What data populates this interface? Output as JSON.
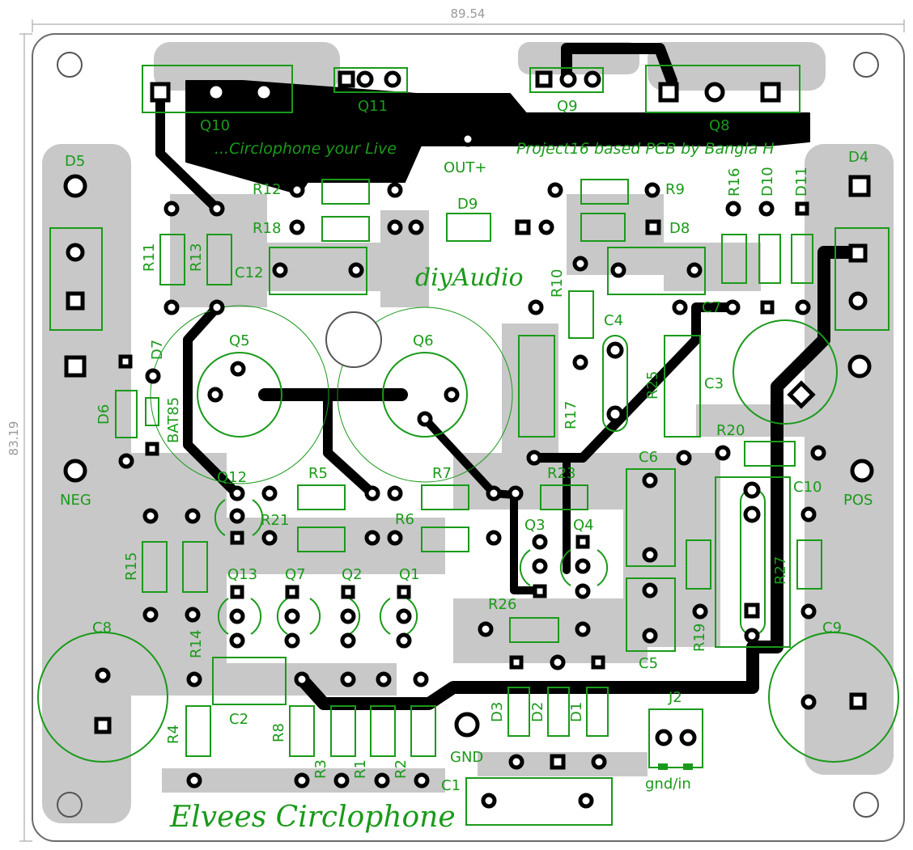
{
  "dimensions": {
    "width": "89.54",
    "height": "83.19"
  },
  "texts": {
    "tagline_left": "...Circlophone your Live",
    "tagline_right": "Project16 based PCB by Bangla H",
    "brand": "diyAudio",
    "title": "Elvees Circlophone",
    "out": "OUT+",
    "neg": "NEG",
    "pos": "POS",
    "gnd": "GND",
    "gnd_in": "gnd/in",
    "bat": "BAT85"
  },
  "refs": {
    "Q10": "Q10",
    "Q11": "Q11",
    "Q9": "Q9",
    "Q8": "Q8",
    "D5": "D5",
    "D4": "D4",
    "R12": "R12",
    "R9": "R9",
    "R18": "R18",
    "D9": "D9",
    "D8": "D8",
    "R16": "R16",
    "D10": "D10",
    "D11": "D11",
    "R11": "R11",
    "R13": "R13",
    "C12": "C12",
    "R10": "R10",
    "C7": "C7",
    "Q5": "Q5",
    "Q6": "Q6",
    "D7": "D7",
    "C4": "C4",
    "R25": "R25",
    "C3": "C3",
    "D6": "D6",
    "R17": "R17",
    "R20": "R20",
    "Q12": "Q12",
    "R5": "R5",
    "R7": "R7",
    "R23": "R23",
    "C6": "C6",
    "C10": "C10",
    "R21": "R21",
    "R6": "R6",
    "Q3": "Q3",
    "Q4": "Q4",
    "R27": "R27",
    "R15": "R15",
    "Q13": "Q13",
    "Q7": "Q7",
    "Q2": "Q2",
    "Q1": "Q1",
    "R26": "R26",
    "C8": "C8",
    "C9": "C9",
    "R14": "R14",
    "R19": "R19",
    "C5": "C5",
    "C2": "C2",
    "R4": "R4",
    "R8": "R8",
    "D3": "D3",
    "D2": "D2",
    "D1": "D1",
    "J2": "J2",
    "R3": "R3",
    "R1": "R1",
    "R2": "R2",
    "C1": "C1"
  },
  "colors": {
    "board": "#ffffff",
    "outline": "#6b6b6b",
    "copper": "#c8c8c8",
    "trace": "#000000",
    "silk": "#1a9a1a",
    "dimension": "#9a9a9a"
  }
}
